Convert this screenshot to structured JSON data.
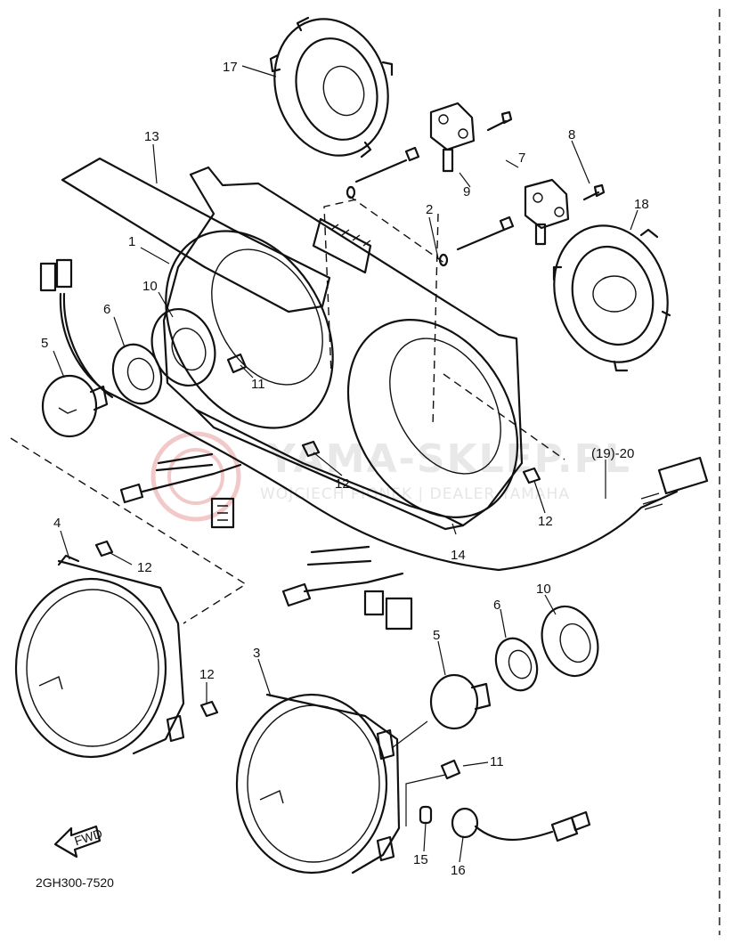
{
  "watermark": {
    "main": "YAMA-SKLEP.PL",
    "sub": "WOJCIECH PIONEK | DEALER YAMAHA"
  },
  "diagram_code": "2GH300-7520",
  "fwd_label": "FWD",
  "callouts": {
    "c1": "1",
    "c2": "2",
    "c3": "3",
    "c4": "4",
    "c5a": "5",
    "c5b": "5",
    "c6a": "6",
    "c6b": "6",
    "c7": "7",
    "c8": "8",
    "c9": "9",
    "c10a": "10",
    "c10b": "10",
    "c11a": "11",
    "c11b": "11",
    "c12a": "12",
    "c12b": "12",
    "c12c": "12",
    "c12d": "12",
    "c13": "13",
    "c14": "14",
    "c15": "15",
    "c16": "16",
    "c17": "17",
    "c18": "18",
    "c19_20": "(19)-20"
  }
}
